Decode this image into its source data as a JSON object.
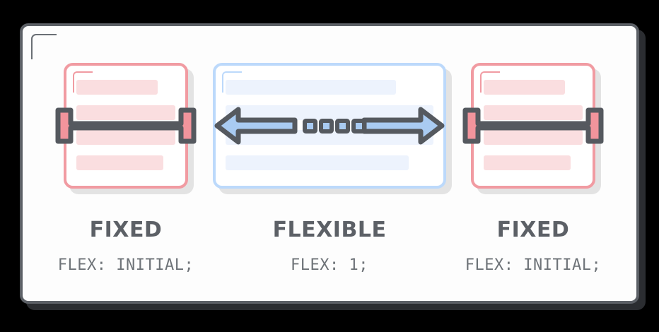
{
  "diagram": {
    "title": "CSS Flexbox fixed vs flexible columns",
    "colors": {
      "frame_border": "#5c6066",
      "frame_shadow": "#3c3f44",
      "ink": "#5c6066",
      "pink_border": "#f19ba2",
      "pink_line": "#fadee0",
      "pink_solid": "#f2949c",
      "blue_border": "#bcd9fb",
      "blue_line": "#edf3fd",
      "blue_solid": "#a9cbf2",
      "card_shadow": "#cdcdcd",
      "canvas": "#fdfdfd",
      "background": "#000000"
    },
    "panels": [
      {
        "id": "left",
        "kind": "fixed",
        "title": "FIXED",
        "code": "FLEX: INITIAL;",
        "card_style": "pink",
        "indicator": "i-beam-width-marker",
        "lines": [
          {
            "width_pct": 82
          },
          {
            "width_pct": 100
          },
          {
            "width_pct": 100
          },
          {
            "width_pct": 88
          }
        ]
      },
      {
        "id": "middle",
        "kind": "flexible",
        "title": "FLEXIBLE",
        "code": "FLEX: 1;",
        "card_style": "blue",
        "indicator": "double-headed-arrow",
        "arrow_squares": 4,
        "lines": [
          {
            "width_pct": 82
          },
          {
            "width_pct": 100
          },
          {
            "width_pct": 100
          },
          {
            "width_pct": 88
          }
        ]
      },
      {
        "id": "right",
        "kind": "fixed",
        "title": "FIXED",
        "code": "FLEX: INITIAL;",
        "card_style": "pink",
        "indicator": "i-beam-width-marker",
        "lines": [
          {
            "width_pct": 82
          },
          {
            "width_pct": 100
          },
          {
            "width_pct": 100
          },
          {
            "width_pct": 88
          }
        ]
      }
    ]
  }
}
